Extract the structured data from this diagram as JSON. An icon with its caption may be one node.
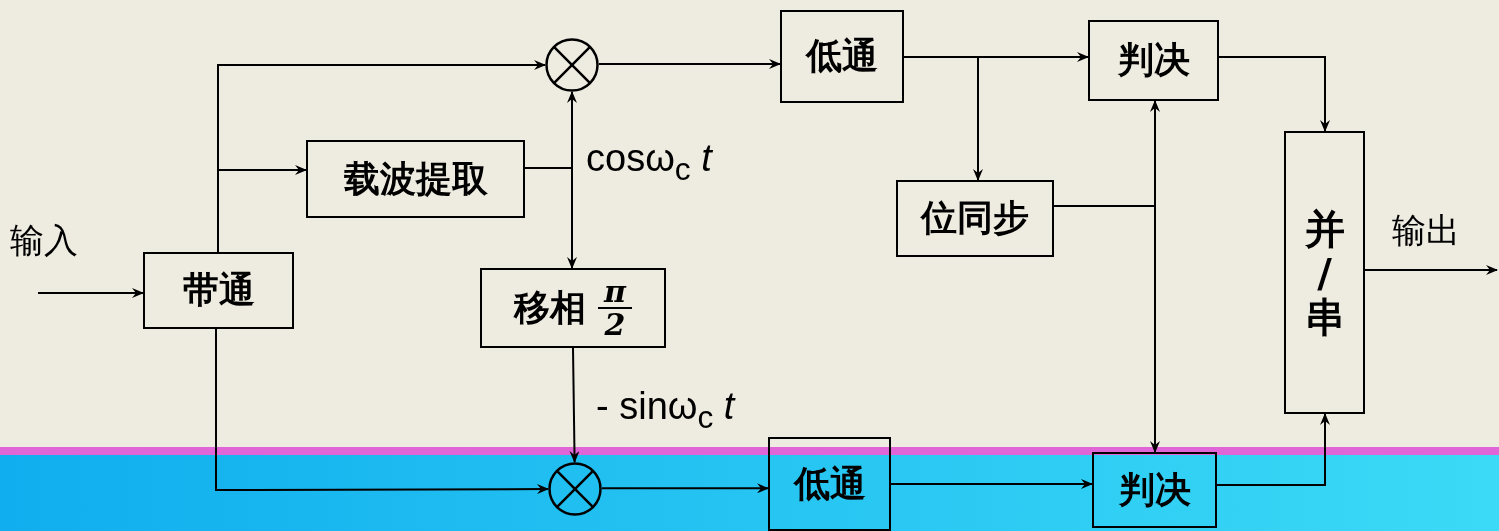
{
  "diagram": {
    "nodes": [
      {
        "text": [
          "带通"
        ]
      },
      {
        "text": [
          "载波提取"
        ]
      },
      {
        "text": [],
        "shape": "circle"
      },
      {
        "text": [
          "移相",
          "π",
          "2"
        ]
      },
      {
        "text": [],
        "shape": "circle"
      },
      {
        "text": [
          "低通"
        ]
      },
      {
        "text": [
          "低通"
        ]
      },
      {
        "text": [
          "位同步"
        ]
      },
      {
        "text": [
          "判决"
        ]
      },
      {
        "text": [
          "判决"
        ]
      },
      {
        "text": [
          "并/串"
        ]
      }
    ],
    "edges": [
      {
        "from": null,
        "to": 0,
        "arrow": "to",
        "label": "输入"
      },
      {
        "from": 0,
        "to": 1,
        "arrow": "to"
      },
      {
        "from": 0,
        "to": 2,
        "arrow": "to"
      },
      {
        "from": 0,
        "to": 4,
        "arrow": "to"
      },
      {
        "from": 1,
        "to": 2,
        "arrow": "to",
        "label": "cosω$_{c}$ *t*"
      },
      {
        "from": 1,
        "to": 3,
        "arrow": "to"
      },
      {
        "from": 3,
        "to": 4,
        "arrow": "to",
        "label": "- sinω$_{c}$ *t*"
      },
      {
        "from": 2,
        "to": 5,
        "arrow": "to"
      },
      {
        "from": 4,
        "to": 6,
        "arrow": "to"
      },
      {
        "from": 5,
        "to": 8,
        "arrow": "to"
      },
      {
        "from": 5,
        "to": 7,
        "arrow": "to"
      },
      {
        "from": 7,
        "to": 8,
        "arrow": "to"
      },
      {
        "from": 7,
        "to": 9,
        "arrow": "to"
      },
      {
        "from": 6,
        "to": 9,
        "arrow": "to"
      },
      {
        "from": 8,
        "to": 10,
        "arrow": "to"
      },
      {
        "from": 9,
        "to": 10,
        "arrow": "to"
      },
      {
        "from": 10,
        "to": null,
        "arrow": "to",
        "label": "输出"
      }
    ]
  }
}
